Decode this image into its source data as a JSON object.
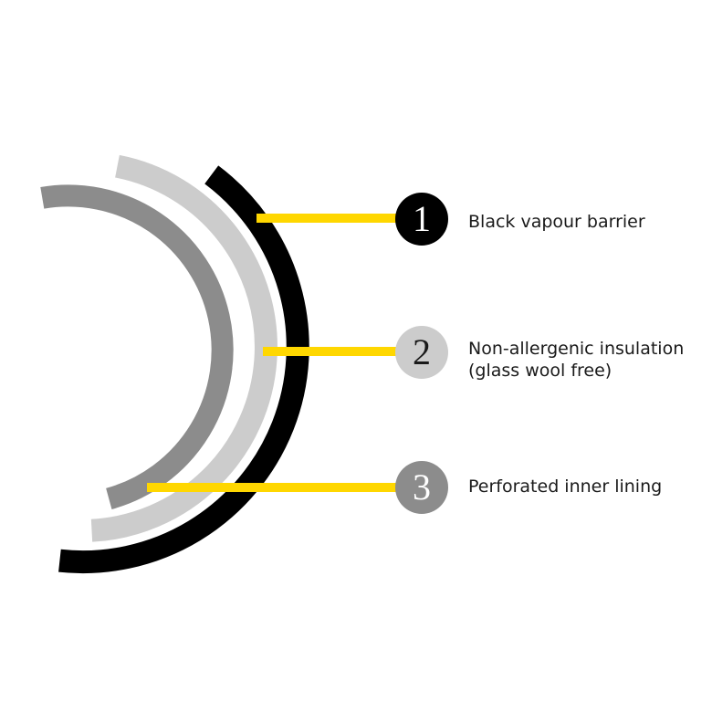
{
  "diagram": {
    "type": "layer-cross-section",
    "colors": {
      "background": "#ffffff",
      "leader_line": "#ffd700",
      "layer1": "#000000",
      "layer2": "#cccccc",
      "layer3": "#8c8c8c",
      "text": "#1a1a1a"
    },
    "layers": [
      {
        "number": "1",
        "label_line1": "Black vapour barrier",
        "label_line2": "",
        "color": "#000000",
        "number_color": "#ffffff"
      },
      {
        "number": "2",
        "label_line1": "Non-allergenic insulation",
        "label_line2": "(glass wool free)",
        "color": "#cccccc",
        "number_color": "#1a1a1a"
      },
      {
        "number": "3",
        "label_line1": "Perforated inner lining",
        "label_line2": "",
        "color": "#8c8c8c",
        "number_color": "#ffffff"
      }
    ]
  }
}
